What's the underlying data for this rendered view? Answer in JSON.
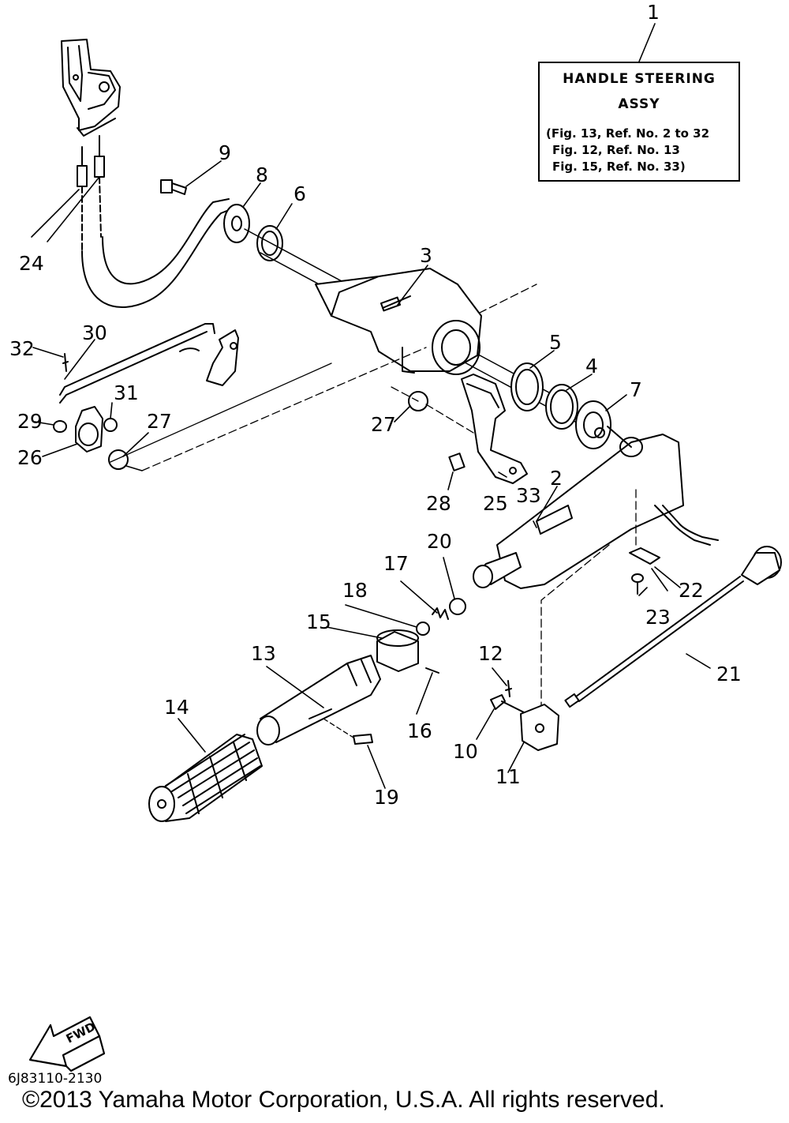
{
  "assembly_box": {
    "number": "1",
    "title_line1": "HANDLE STEERING",
    "title_line2": "ASSY",
    "refs": [
      "(Fig. 13, Ref. No. 2 to 32",
      "Fig. 12, Ref. No. 13",
      "Fig. 15, Ref. No. 33)"
    ]
  },
  "direction_arrow": {
    "label": "FWD",
    "icon": "fwd-arrow-icon"
  },
  "figure_code": "6J83110-2130",
  "copyright": "©2013 Yamaha Motor Corporation, U.S.A. All rights reserved.",
  "part_labels": {
    "p2": "2",
    "p3": "3",
    "p4": "4",
    "p5": "5",
    "p6": "6",
    "p7": "7",
    "p8": "8",
    "p9": "9",
    "p10": "10",
    "p11": "11",
    "p12": "12",
    "p13": "13",
    "p14": "14",
    "p15": "15",
    "p16": "16",
    "p17": "17",
    "p18": "18",
    "p19": "19",
    "p20": "20",
    "p21": "21",
    "p22": "22",
    "p23": "23",
    "p24": "24",
    "p25": "25",
    "p26": "26",
    "p27a": "27",
    "p27b": "27",
    "p28": "28",
    "p29": "29",
    "p30": "30",
    "p31": "31",
    "p32": "32",
    "p33": "33"
  }
}
